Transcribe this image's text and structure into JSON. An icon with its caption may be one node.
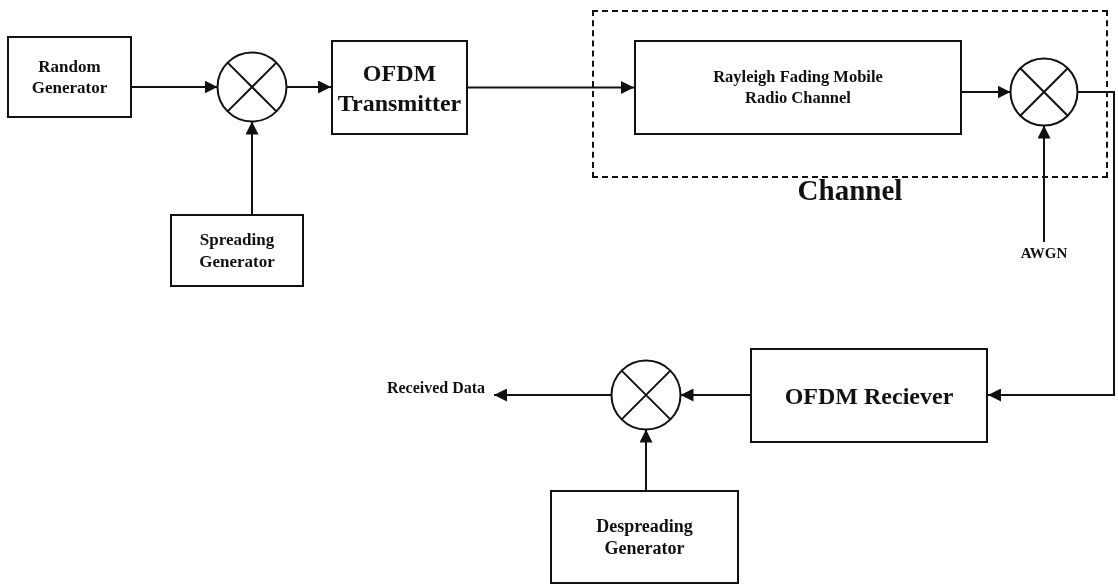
{
  "diagram": {
    "nodes": [
      {
        "text": [
          "Random Generator"
        ]
      },
      {
        "text": [],
        "shape": "circle"
      },
      {
        "text": [
          "OFDM Transmitter"
        ]
      },
      {
        "text": [
          "Spreading Generator"
        ]
      },
      {
        "text": [
          "Channel"
        ]
      },
      {
        "text": [
          "Rayleigh Fading Mobile Radio Channel"
        ],
        "in": 4
      },
      {
        "text": [],
        "shape": "circle",
        "in": 4
      },
      {
        "text": [
          "AWGN"
        ]
      },
      {
        "text": [
          "OFDM Reciever"
        ]
      },
      {
        "text": [],
        "shape": "circle"
      },
      {
        "text": [
          "Received Data"
        ]
      },
      {
        "text": [
          "Despreading Generator"
        ]
      }
    ],
    "edges": [
      {
        "from": 0,
        "to": 1,
        "arrow": "to"
      },
      {
        "from": 3,
        "to": 1,
        "arrow": "to"
      },
      {
        "from": 1,
        "to": 2,
        "arrow": "to"
      },
      {
        "from": 2,
        "to": 5,
        "arrow": "to"
      },
      {
        "from": 5,
        "to": 6,
        "arrow": "to"
      },
      {
        "from": 7,
        "to": 6,
        "arrow": "to"
      },
      {
        "from": 6,
        "to": 8,
        "arrow": "to"
      },
      {
        "from": 8,
        "to": 9,
        "arrow": "to"
      },
      {
        "from": 11,
        "to": 9,
        "arrow": "to"
      },
      {
        "from": 9,
        "to": 10,
        "arrow": "to"
      }
    ]
  }
}
